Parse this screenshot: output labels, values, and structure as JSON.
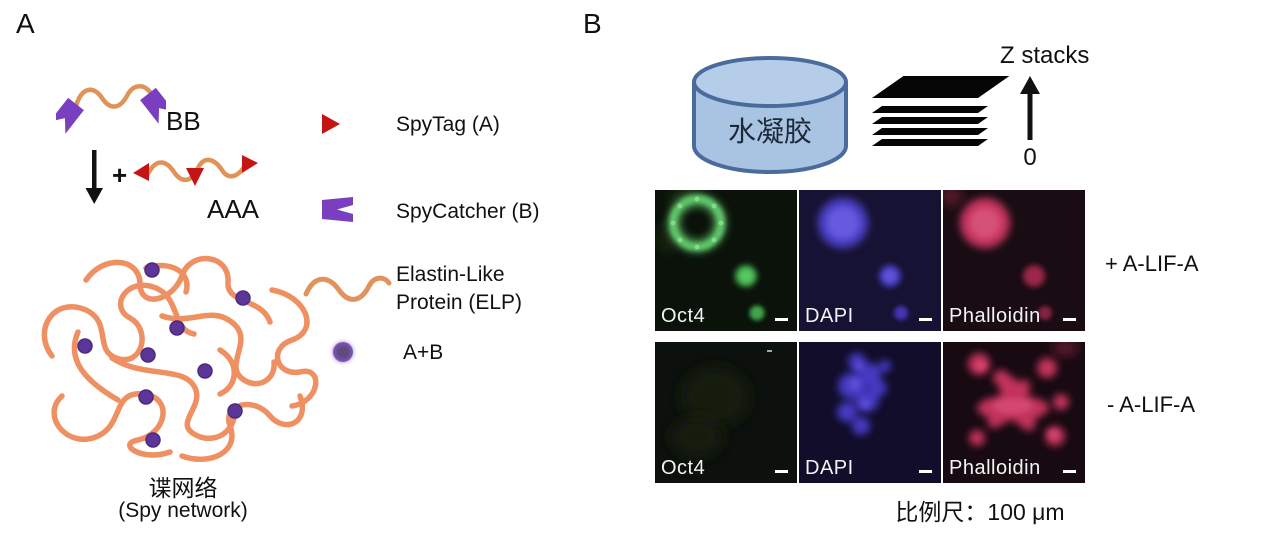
{
  "panel_a": {
    "label": "A",
    "bb_label": "BB",
    "plus_sign": "+",
    "aaa_label": "AAA",
    "network_label_zh": "谍网络",
    "network_label_en": "(Spy network)",
    "legend": {
      "spytag_label": "SpyTag (A)",
      "spycatcher_label": "SpyCatcher (B)",
      "elp_label_line1": "Elastin-Like",
      "elp_label_line2": "Protein (ELP)",
      "ab_label": "A+B"
    },
    "icons": {
      "spytag": "red-triangle-right",
      "spycatcher": "purple-swallowtail-flag",
      "elp": "orange-squiggle",
      "crosslink": "purple-dot",
      "reaction": "down-arrow"
    },
    "colors": {
      "elp_orange": "#e2925c",
      "network_orange": "#ef9063",
      "spytag_red": "#c41414",
      "spycatcher_purple": "#7a3ec0",
      "crosslink_purple": "#5b3698"
    }
  },
  "panel_b": {
    "label": "B",
    "hydrogel_label": "水凝胶",
    "zstack_label": "Z stacks",
    "zstack_origin": "0",
    "icons": {
      "hydrogel": "blue-cylinder",
      "zstack": "stacked-black-slices",
      "direction": "up-arrow"
    },
    "row_labels": [
      "+ A-LIF-A",
      "- A-LIF-A"
    ],
    "channels": [
      "Oct4",
      "DAPI",
      "Phalloidin"
    ],
    "scale_caption": "比例尺：100 μm",
    "colors": {
      "cylinder_fill": "#a9c3e2",
      "cylinder_stroke": "#4b6b9d",
      "oct4_green": "#4eb85a",
      "dapi_blue": "#5a4ad8",
      "phalloidin_red": "#cf3a63"
    }
  }
}
